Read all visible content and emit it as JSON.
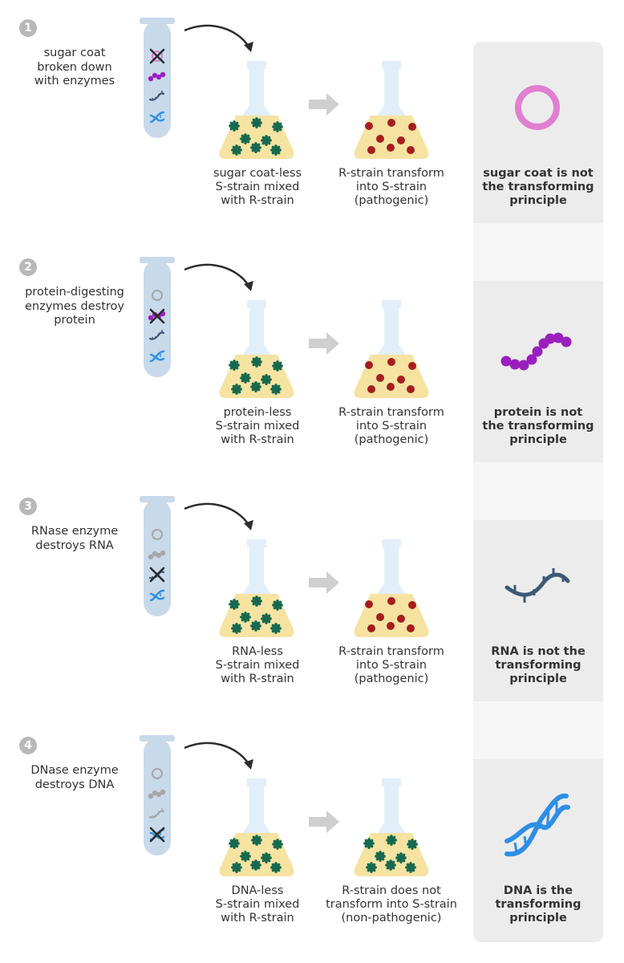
{
  "experiments": [
    {
      "number": "1",
      "description": [
        "sugar coat",
        "broken down",
        "with enzymes"
      ],
      "mixture_caption": [
        "sugar coat-less",
        "S-strain mixed",
        "with R-strain"
      ],
      "result_caption": [
        "R-strain transform",
        "into S-strain",
        "(pathogenic)"
      ],
      "conclusion": [
        "sugar coat is not",
        "the transforming",
        "principle"
      ],
      "destroyed_component": "sugar coat",
      "result_colonies": "S-strain (red)",
      "conclusion_icon": "sugar-coat-ring-icon"
    },
    {
      "number": "2",
      "description": [
        "protein-digesting",
        "enzymes destroy",
        "protein"
      ],
      "mixture_caption": [
        "protein-less",
        "S-strain mixed",
        "with R-strain"
      ],
      "result_caption": [
        "R-strain transform",
        "into S-strain",
        "(pathogenic)"
      ],
      "conclusion": [
        "protein is not",
        "the transforming",
        "principle"
      ],
      "destroyed_component": "protein",
      "result_colonies": "S-strain (red)",
      "conclusion_icon": "protein-chain-icon"
    },
    {
      "number": "3",
      "description": [
        "RNase enzyme",
        "destroys RNA"
      ],
      "mixture_caption": [
        "RNA-less",
        "S-strain mixed",
        "with R-strain"
      ],
      "result_caption": [
        "R-strain transform",
        "into S-strain",
        "(pathogenic)"
      ],
      "conclusion": [
        "RNA is not the",
        "transforming",
        "principle"
      ],
      "destroyed_component": "RNA",
      "result_colonies": "S-strain (red)",
      "conclusion_icon": "rna-strand-icon"
    },
    {
      "number": "4",
      "description": [
        "DNase enzyme",
        "destroys DNA"
      ],
      "mixture_caption": [
        "DNA-less",
        "S-strain mixed",
        "with R-strain"
      ],
      "result_caption": [
        "R-strain does not",
        "transform into S-strain",
        "(non-pathogenic)"
      ],
      "conclusion": [
        "DNA is the",
        "transforming",
        "principle"
      ],
      "destroyed_component": "DNA",
      "result_colonies": "R-strain (green)",
      "conclusion_icon": "dna-helix-icon"
    }
  ],
  "colors": {
    "badge": "#b8b8b8",
    "tube": "#c8d9ea",
    "broth": "#f6e3a2",
    "flask": "#e2eff8",
    "r_strain": "#16694e",
    "s_strain": "#a51e1e",
    "sugar": "#e07fd0",
    "protein": "#9b1fbf",
    "rna": "#3c5a78",
    "dna": "#2e8fe6",
    "arrow": "#cfcfcf",
    "panel": "#ececec"
  }
}
